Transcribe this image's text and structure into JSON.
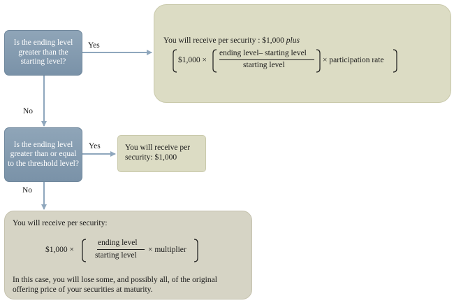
{
  "decision1": {
    "question": "Is the ending level greater than the starting level?",
    "yes_label": "Yes",
    "no_label": "No"
  },
  "decision2": {
    "question": "Is the ending level greater than or equal to the threshold level?",
    "yes_label": "Yes",
    "no_label": "No"
  },
  "result_upside": {
    "intro": "You will receive per security : $1,000",
    "intro_italic": "plus",
    "formula_principal": "$1,000 ×",
    "numerator": "ending level– starting level",
    "denominator": "starting level",
    "times_rate": "× participation rate"
  },
  "result_flat": {
    "text": "You will receive per security: $1,000"
  },
  "result_downside": {
    "intro": "You will receive per security:",
    "formula_principal": "$1,000 ×",
    "numerator": "ending level",
    "denominator": "starting level",
    "times_multiplier": "× multiplier",
    "note": "In this case, you will lose some, and possibly all, of the original offering price of your securities at maturity."
  },
  "colors": {
    "question_box": "#8093a9",
    "result_box": "#dcdcc4",
    "result_box_bottom": "#d6d4c5",
    "arrow": "#8fa7bd"
  }
}
